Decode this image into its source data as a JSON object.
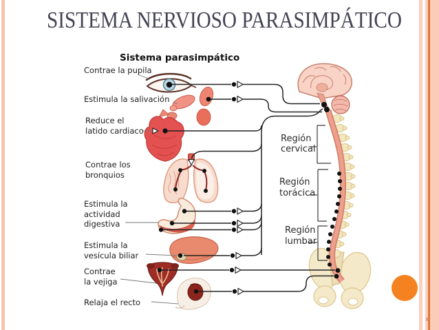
{
  "slide": {
    "title": "SISTEMA NERVIOSO PARASIMPÁTICO"
  },
  "diagram": {
    "title": "Sistema parasimpático",
    "labels": {
      "pupil": "Contrae la pupila",
      "salivation": "Estimula la salivación",
      "heart_line1": "Reduce el",
      "heart_line2": "latido cardiaco",
      "bronchi_line1": "Contrae los",
      "bronchi_line2": "bronquios",
      "digestive_line1": "Estimula la",
      "digestive_line2": "actividad",
      "digestive_line3": "digestiva",
      "gallbladder_line1": "Estimula la",
      "gallbladder_line2": "vesícula biliar",
      "bladder_line1": "Contrae",
      "bladder_line2": "la vejiga",
      "rectum": "Relaja el recto"
    },
    "regions": {
      "cervical_line1": "Región",
      "cervical_line2": "cervical",
      "thoracic_line1": "Región",
      "thoracic_line2": "torácica",
      "lumbar_line1": "Región",
      "lumbar_line2": "lumbar"
    }
  },
  "colors": {
    "accent_circle": "#F58220",
    "border_peach": "#FBD0BD",
    "border_accent_line": "#E3763C",
    "title_text": "#434354",
    "diagram_text": "#1D1D1D",
    "wire": "#222222"
  }
}
